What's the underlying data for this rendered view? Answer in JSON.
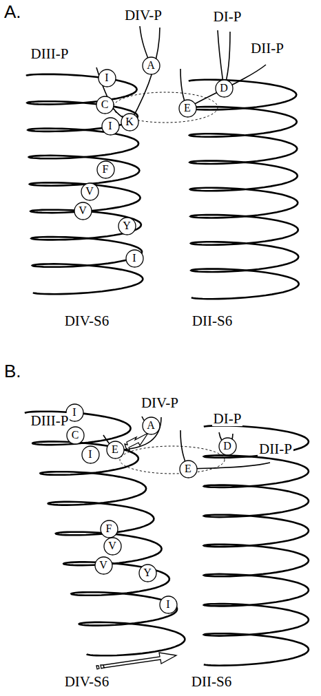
{
  "diagram": {
    "nodes": [
      {
        "text": [
          "I"
        ]
      },
      {
        "text": [
          "A"
        ]
      },
      {
        "text": [
          "D"
        ]
      },
      {
        "text": [
          "C"
        ]
      },
      {
        "text": [
          "K"
        ]
      },
      {
        "text": [
          "E"
        ]
      },
      {
        "text": [
          "I"
        ]
      },
      {
        "text": [
          "F"
        ]
      },
      {
        "text": [
          "V"
        ]
      },
      {
        "text": [
          "V"
        ]
      },
      {
        "text": [
          "Y"
        ]
      },
      {
        "text": [
          "I"
        ]
      },
      {
        "text": [
          "I"
        ]
      },
      {
        "text": [
          "A"
        ]
      },
      {
        "text": [
          "C"
        ]
      },
      {
        "text": [
          "E"
        ]
      },
      {
        "text": [
          "D"
        ]
      },
      {
        "text": [
          "I"
        ]
      },
      {
        "text": [
          "E"
        ]
      },
      {
        "text": [
          "F"
        ]
      },
      {
        "text": [
          "V"
        ]
      },
      {
        "text": [
          "V"
        ]
      },
      {
        "text": [
          "Y"
        ]
      },
      {
        "text": [
          "I"
        ]
      }
    ],
    "edges": [],
    "labels": [
      "A.",
      "DIV-P",
      "DIII-P",
      "DI-P",
      "DII-P",
      "DIV-S6",
      "DII-S6",
      "B.",
      "DIV-P",
      "DIII-P",
      "DI-P",
      "DII-P",
      "DIV-S6",
      "DII-S6"
    ]
  }
}
